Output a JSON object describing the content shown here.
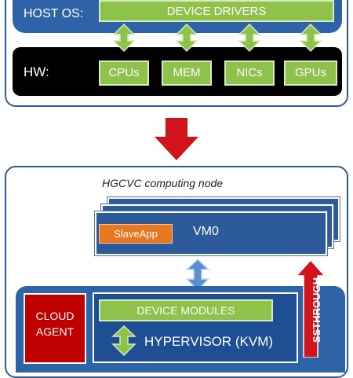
{
  "host_os": {
    "label": "HOST OS:",
    "drivers": "DEVICE DRIVERS"
  },
  "hw": {
    "label": "HW:",
    "items": [
      "CPUs",
      "MEM",
      "NICs",
      "GPUs"
    ]
  },
  "node": {
    "title": "HGCVC computing node",
    "vm": {
      "app": "SlaveApp",
      "label": "VM0"
    },
    "cloud_agent": "CLOUD AGENT",
    "device_modules": "DEVICE MODULES",
    "hypervisor": "HYPERVISOR (KVM)",
    "passthrough_partial": "SSTHROUGH"
  },
  "colors": {
    "blue": "#2f63a8",
    "green": "#8ec24a",
    "red": "#c00000",
    "orange": "#e87722",
    "black": "#000000"
  }
}
